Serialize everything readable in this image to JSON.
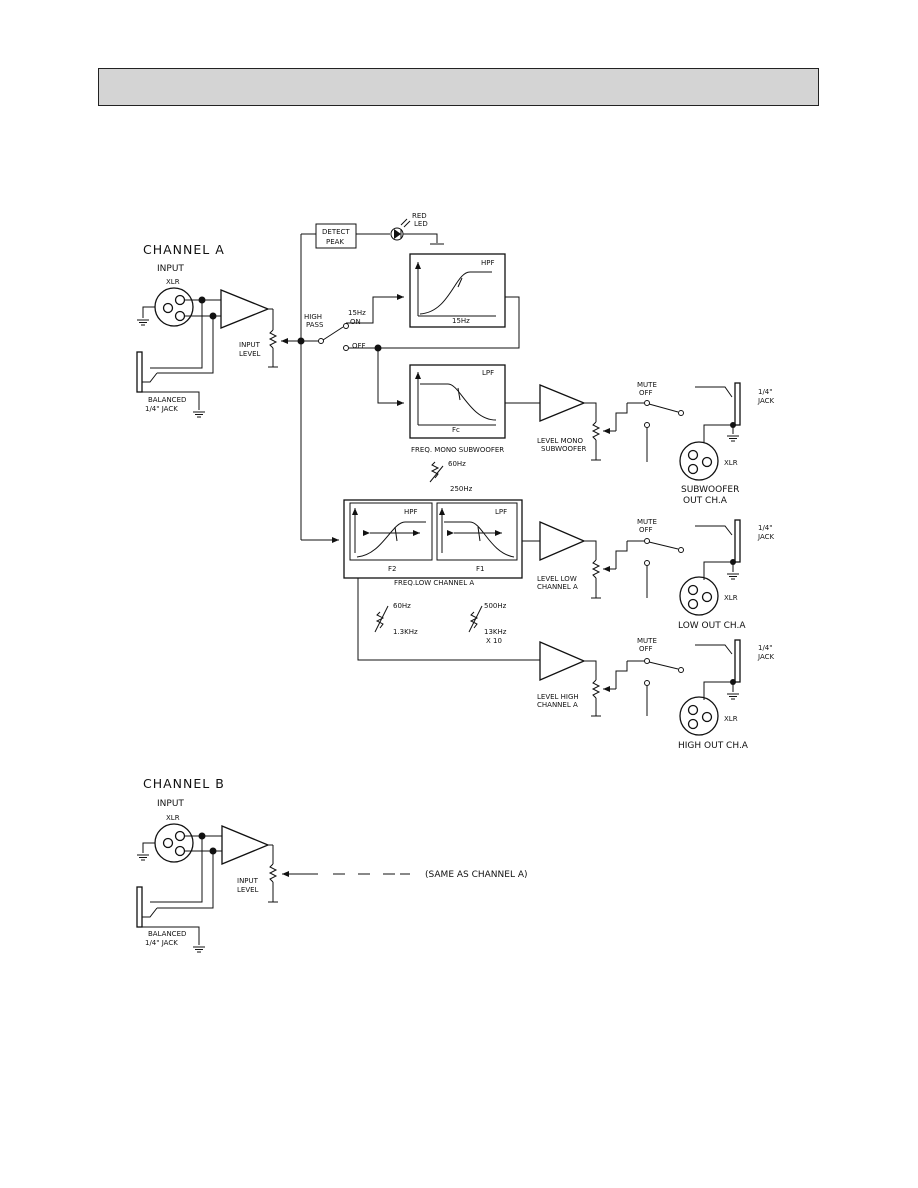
{
  "header": {
    "title": ""
  },
  "channel_a": {
    "title": "CHANNEL  A",
    "input_label": "INPUT",
    "xlr": "XLR",
    "input_level": [
      "INPUT",
      "LEVEL"
    ],
    "balanced_jack": [
      "BALANCED",
      "1/4\" JACK"
    ],
    "detect_peak": [
      "DETECT",
      "PEAK"
    ],
    "red_led": [
      "RED",
      "LED"
    ],
    "high_pass": [
      "HIGH",
      "PASS"
    ],
    "switch_on": [
      "15Hz",
      "ON"
    ],
    "switch_off": "OFF",
    "hpf_box": {
      "tag": "HPF",
      "freq": "15Hz"
    },
    "lpf_box": {
      "tag": "LPF",
      "freq": "Fc"
    },
    "freq_mono_sub": "FREQ. MONO SUBWOOFER",
    "sub_range": [
      "60Hz",
      "250Hz"
    ],
    "level_mono_sub": [
      "LEVEL MONO",
      "SUBWOOFER"
    ],
    "mute_off": [
      "MUTE",
      "OFF"
    ],
    "jack_quarter": [
      "1/4\"",
      "JACK"
    ],
    "subwoofer_out": [
      "SUBWOOFER",
      "OUT CH.A"
    ],
    "crossover_hpf": {
      "tag": "HPF",
      "freq": "F2"
    },
    "crossover_lpf": {
      "tag": "LPF",
      "freq": "F1"
    },
    "freq_low": "FREQ.LOW CHANNEL A",
    "f2_range": [
      "60Hz",
      "1.3KHz"
    ],
    "f1_range": [
      "500Hz",
      "13KHz",
      "X 10"
    ],
    "level_low": [
      "LEVEL LOW",
      "CHANNEL A"
    ],
    "low_out": "LOW  OUT  CH.A",
    "level_high": [
      "LEVEL HIGH",
      "CHANNEL A"
    ],
    "high_out": "HIGH  OUT  CH.A"
  },
  "channel_b": {
    "title": "CHANNEL  B",
    "input_label": "INPUT",
    "xlr": "XLR",
    "input_level": [
      "INPUT",
      "LEVEL"
    ],
    "balanced_jack": [
      "BALANCED",
      "1/4\" JACK"
    ],
    "same_as": "(SAME  AS  CHANNEL  A)"
  }
}
